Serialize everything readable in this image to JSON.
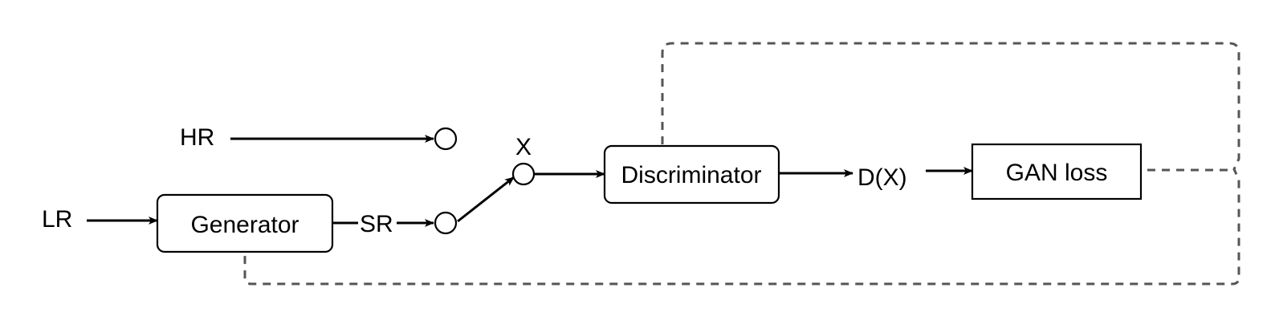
{
  "inputs": {
    "hr": "HR",
    "lr": "LR"
  },
  "signals": {
    "sr": "SR",
    "x": "X",
    "dx": "D(X)"
  },
  "blocks": {
    "generator": "Generator",
    "discriminator": "Discriminator",
    "gan_loss": "GAN loss"
  }
}
